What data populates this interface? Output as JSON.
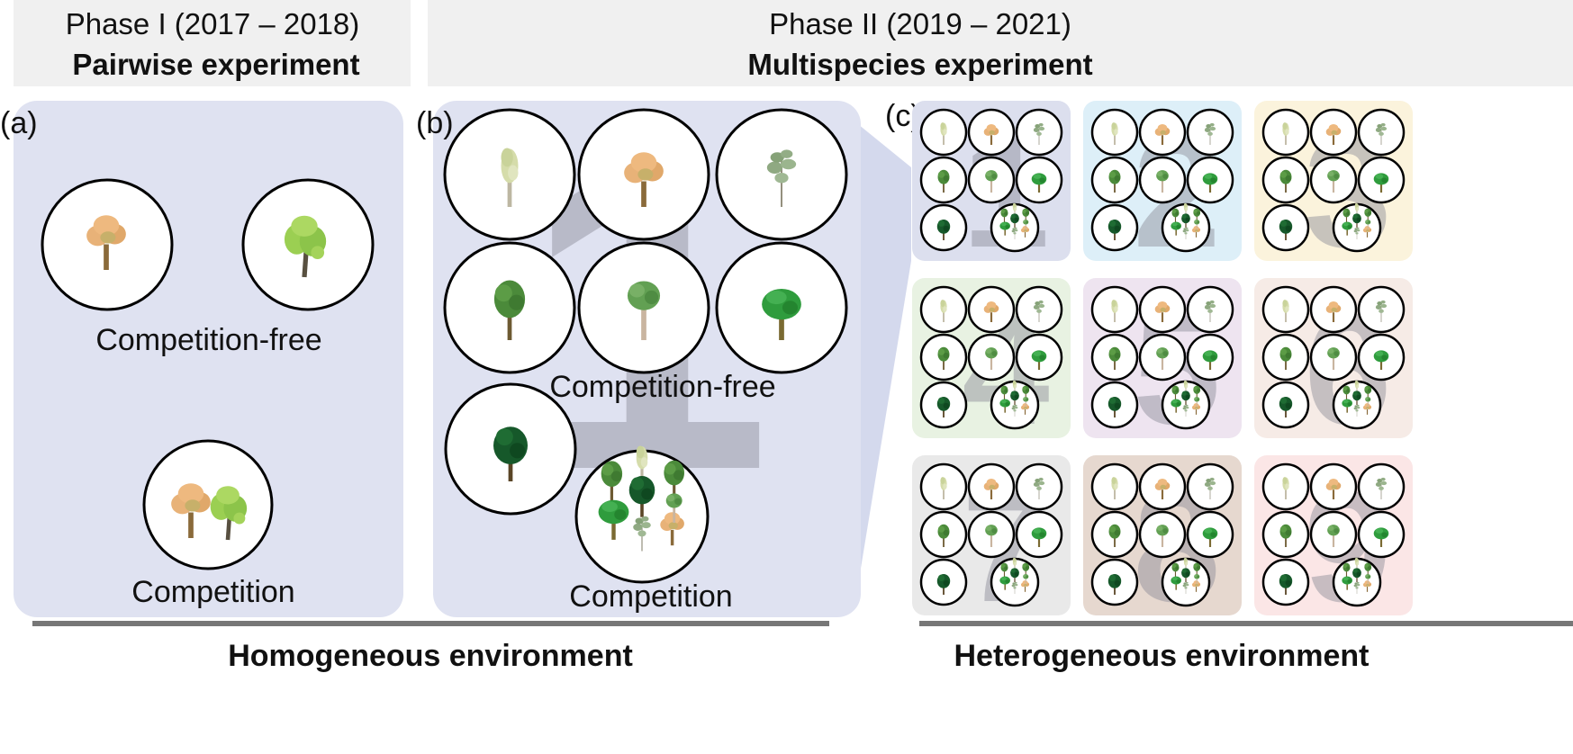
{
  "phases": [
    {
      "title": "Phase I (2017 – 2018)",
      "subtitle": "Pairwise experiment"
    },
    {
      "title": "Phase II (2019 – 2021)",
      "subtitle": "Multispecies experiment"
    }
  ],
  "panels": {
    "a": {
      "tag": "(a)",
      "label_free": "Competition-free",
      "label_comp": "Competition"
    },
    "b": {
      "tag": "(b)",
      "big_number": "1",
      "label_free": "Competition-free",
      "label_comp": "Competition"
    },
    "c": {
      "tag": "(c)",
      "blocks": [
        {
          "number": "1",
          "color": "#dcdfee"
        },
        {
          "number": "2",
          "color": "#ddeff8"
        },
        {
          "number": "3",
          "color": "#fbf3dc"
        },
        {
          "number": "4",
          "color": "#e8f2e2"
        },
        {
          "number": "5",
          "color": "#eee4f0"
        },
        {
          "number": "6",
          "color": "#f6ebe6"
        },
        {
          "number": "7",
          "color": "#e9e9e9"
        },
        {
          "number": "8",
          "color": "#e6d8cf"
        },
        {
          "number": "9",
          "color": "#fbe6e6"
        }
      ]
    }
  },
  "environments": {
    "homogeneous": "Homogeneous environment",
    "heterogeneous": "Heterogeneous environment"
  },
  "colors": {
    "panel_bg": "#dfe2f1",
    "header_bg": "#f0f0f0",
    "baseline": "#777777"
  },
  "species_icons": [
    "birch-tree-icon",
    "orange-tree-icon",
    "pine-tree-icon",
    "green-tree-icon",
    "slender-tree-icon",
    "round-green-tree-icon",
    "dark-green-tree-icon",
    "lime-tree-icon"
  ]
}
